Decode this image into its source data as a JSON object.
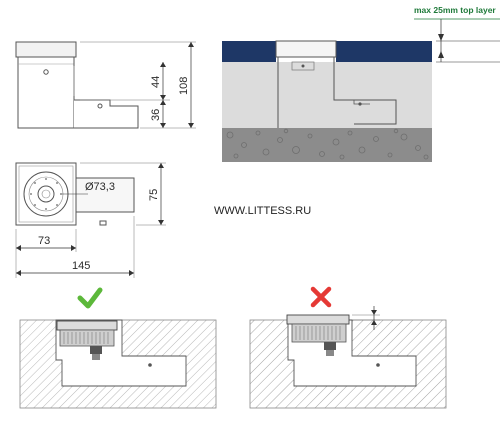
{
  "note": {
    "text": "max 25mm top layer",
    "color": "#1f7a3a"
  },
  "side_view": {
    "height_upper": "44",
    "height_lower": "36",
    "height_total": "108"
  },
  "top_view": {
    "diameter": "Ø73,3",
    "depth": "75",
    "head_width": "73",
    "total_length": "145"
  },
  "watermark": {
    "text": "WWW.LITTESS.RU"
  },
  "verdicts": {
    "correct": {
      "icon": "check-icon",
      "color": "#5cb83a"
    },
    "wrong": {
      "icon": "cross-icon",
      "color": "#e53935"
    }
  },
  "colors": {
    "paving": "#1e3766",
    "ground": "#8a8a8a",
    "line": "#555555"
  }
}
